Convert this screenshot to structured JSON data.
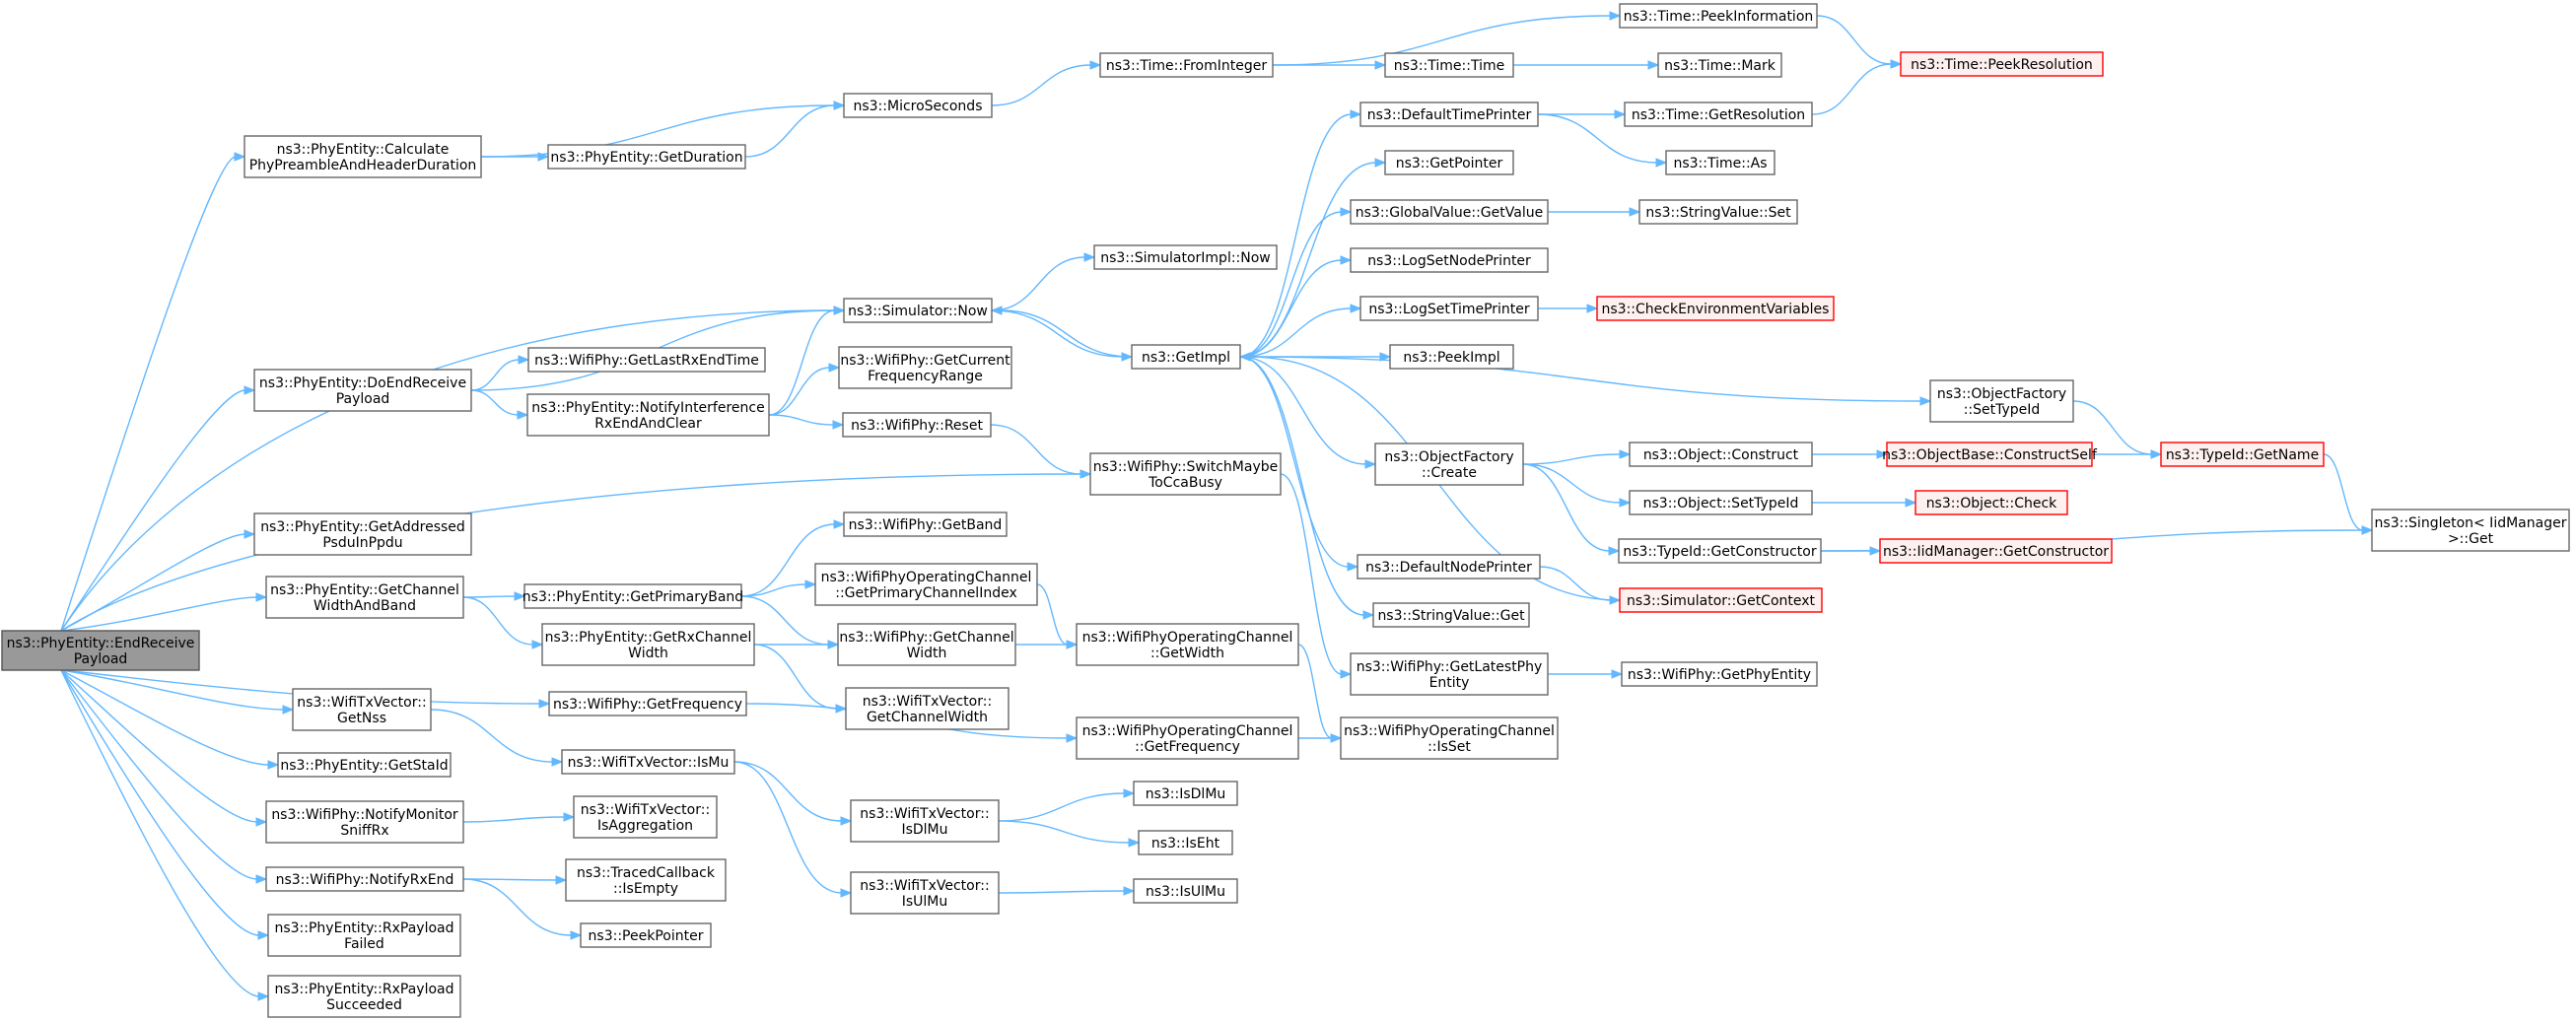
{
  "graph": {
    "nodes": [
      {
        "id": "root",
        "lines": [
          "ns3::PhyEntity::EndReceive",
          "Payload"
        ],
        "style": "root"
      },
      {
        "id": "calcPre",
        "lines": [
          "ns3::PhyEntity::Calculate",
          "PhyPreambleAndHeaderDuration"
        ]
      },
      {
        "id": "getDuration",
        "lines": [
          "ns3::PhyEntity::GetDuration"
        ]
      },
      {
        "id": "microSeconds",
        "lines": [
          "ns3::MicroSeconds"
        ]
      },
      {
        "id": "fromInteger",
        "lines": [
          "ns3::Time::FromInteger"
        ]
      },
      {
        "id": "peekInfo",
        "lines": [
          "ns3::Time::PeekInformation"
        ]
      },
      {
        "id": "peekRes",
        "lines": [
          "ns3::Time::PeekResolution"
        ],
        "style": "red"
      },
      {
        "id": "timeTime",
        "lines": [
          "ns3::Time::Time"
        ]
      },
      {
        "id": "timeMark",
        "lines": [
          "ns3::Time::Mark"
        ]
      },
      {
        "id": "defTimePrinter",
        "lines": [
          "ns3::DefaultTimePrinter"
        ]
      },
      {
        "id": "getResolution",
        "lines": [
          "ns3::Time::GetResolution"
        ]
      },
      {
        "id": "timeAs",
        "lines": [
          "ns3::Time::As"
        ]
      },
      {
        "id": "getPointer",
        "lines": [
          "ns3::GetPointer"
        ]
      },
      {
        "id": "gvGetValue",
        "lines": [
          "ns3::GlobalValue::GetValue"
        ]
      },
      {
        "id": "svSet",
        "lines": [
          "ns3::StringValue::Set"
        ]
      },
      {
        "id": "logNode",
        "lines": [
          "ns3::LogSetNodePrinter"
        ]
      },
      {
        "id": "logTime",
        "lines": [
          "ns3::LogSetTimePrinter"
        ]
      },
      {
        "id": "checkEnv",
        "lines": [
          "ns3::CheckEnvironmentVariables"
        ],
        "style": "red"
      },
      {
        "id": "peekImpl",
        "lines": [
          "ns3::PeekImpl"
        ]
      },
      {
        "id": "simImplNow",
        "lines": [
          "ns3::SimulatorImpl::Now"
        ]
      },
      {
        "id": "simNow",
        "lines": [
          "ns3::Simulator::Now"
        ]
      },
      {
        "id": "getImpl",
        "lines": [
          "ns3::GetImpl"
        ]
      },
      {
        "id": "doEndRx",
        "lines": [
          "ns3::PhyEntity::DoEndReceive",
          "Payload"
        ]
      },
      {
        "id": "getLastRx",
        "lines": [
          "ns3::WifiPhy::GetLastRxEndTime"
        ]
      },
      {
        "id": "notifyInterf",
        "lines": [
          "ns3::PhyEntity::NotifyInterference",
          "RxEndAndClear"
        ]
      },
      {
        "id": "getCurFreq",
        "lines": [
          "ns3::WifiPhy::GetCurrent",
          "FrequencyRange"
        ]
      },
      {
        "id": "wifiReset",
        "lines": [
          "ns3::WifiPhy::Reset"
        ]
      },
      {
        "id": "switchCca",
        "lines": [
          "ns3::WifiPhy::SwitchMaybe",
          "ToCcaBusy"
        ]
      },
      {
        "id": "ofSetTypeId",
        "lines": [
          "ns3::ObjectFactory",
          "::SetTypeId"
        ]
      },
      {
        "id": "typeIdGetName",
        "lines": [
          "ns3::TypeId::GetName"
        ],
        "style": "red"
      },
      {
        "id": "singletonGet",
        "lines": [
          "ns3::Singleton< IidManager",
          ">::Get"
        ]
      },
      {
        "id": "ofCreate",
        "lines": [
          "ns3::ObjectFactory",
          "::Create"
        ]
      },
      {
        "id": "objConstruct",
        "lines": [
          "ns3::Object::Construct"
        ]
      },
      {
        "id": "constructSelf",
        "lines": [
          "ns3::ObjectBase::ConstructSelf"
        ],
        "style": "red"
      },
      {
        "id": "objSetTypeId",
        "lines": [
          "ns3::Object::SetTypeId"
        ]
      },
      {
        "id": "objCheck",
        "lines": [
          "ns3::Object::Check"
        ],
        "style": "red"
      },
      {
        "id": "tidGetCtor",
        "lines": [
          "ns3::TypeId::GetConstructor"
        ]
      },
      {
        "id": "iidGetCtor",
        "lines": [
          "ns3::IidManager::GetConstructor"
        ],
        "style": "red"
      },
      {
        "id": "defNodePrinter",
        "lines": [
          "ns3::DefaultNodePrinter"
        ]
      },
      {
        "id": "simGetContext",
        "lines": [
          "ns3::Simulator::GetContext"
        ],
        "style": "red"
      },
      {
        "id": "svGet",
        "lines": [
          "ns3::StringValue::Get"
        ]
      },
      {
        "id": "getLatestPhy",
        "lines": [
          "ns3::WifiPhy::GetLatestPhy",
          "Entity"
        ]
      },
      {
        "id": "getPhyEntity",
        "lines": [
          "ns3::WifiPhy::GetPhyEntity"
        ]
      },
      {
        "id": "getAddressed",
        "lines": [
          "ns3::PhyEntity::GetAddressed",
          "PsduInPpdu"
        ]
      },
      {
        "id": "getChWidthBand",
        "lines": [
          "ns3::PhyEntity::GetChannel",
          "WidthAndBand"
        ]
      },
      {
        "id": "getPrimaryBand",
        "lines": [
          "ns3::PhyEntity::GetPrimaryBand"
        ]
      },
      {
        "id": "getBand",
        "lines": [
          "ns3::WifiPhy::GetBand"
        ]
      },
      {
        "id": "getPrimaryChIdx",
        "lines": [
          "ns3::WifiPhyOperatingChannel",
          "::GetPrimaryChannelIndex"
        ]
      },
      {
        "id": "getRxChWidth",
        "lines": [
          "ns3::PhyEntity::GetRxChannel",
          "Width"
        ]
      },
      {
        "id": "wpGetChWidth",
        "lines": [
          "ns3::WifiPhy::GetChannel",
          "Width"
        ]
      },
      {
        "id": "opGetWidth",
        "lines": [
          "ns3::WifiPhyOperatingChannel",
          "::GetWidth"
        ]
      },
      {
        "id": "txvGetChWidth",
        "lines": [
          "ns3::WifiTxVector::",
          "GetChannelWidth"
        ]
      },
      {
        "id": "getNss",
        "lines": [
          "ns3::WifiTxVector::",
          "GetNss"
        ]
      },
      {
        "id": "getFrequency",
        "lines": [
          "ns3::WifiPhy::GetFrequency"
        ]
      },
      {
        "id": "opGetFreq",
        "lines": [
          "ns3::WifiPhyOperatingChannel",
          "::GetFrequency"
        ]
      },
      {
        "id": "opIsSet",
        "lines": [
          "ns3::WifiPhyOperatingChannel",
          "::IsSet"
        ]
      },
      {
        "id": "getStaId",
        "lines": [
          "ns3::PhyEntity::GetStaId"
        ]
      },
      {
        "id": "isMu",
        "lines": [
          "ns3::WifiTxVector::IsMu"
        ]
      },
      {
        "id": "txvIsDlMu",
        "lines": [
          "ns3::WifiTxVector::",
          "IsDlMu"
        ]
      },
      {
        "id": "isDlMu",
        "lines": [
          "ns3::IsDlMu"
        ]
      },
      {
        "id": "isEht",
        "lines": [
          "ns3::IsEht"
        ]
      },
      {
        "id": "txvIsUlMu",
        "lines": [
          "ns3::WifiTxVector::",
          "IsUlMu"
        ]
      },
      {
        "id": "isUlMu",
        "lines": [
          "ns3::IsUlMu"
        ]
      },
      {
        "id": "notifyMonitor",
        "lines": [
          "ns3::WifiPhy::NotifyMonitor",
          "SniffRx"
        ]
      },
      {
        "id": "isAggregation",
        "lines": [
          "ns3::WifiTxVector::",
          "IsAggregation"
        ]
      },
      {
        "id": "notifyRxEnd",
        "lines": [
          "ns3::WifiPhy::NotifyRxEnd"
        ]
      },
      {
        "id": "tcIsEmpty",
        "lines": [
          "ns3::TracedCallback",
          "::IsEmpty"
        ]
      },
      {
        "id": "peekPointer",
        "lines": [
          "ns3::PeekPointer"
        ]
      },
      {
        "id": "rxFailed",
        "lines": [
          "ns3::PhyEntity::RxPayload",
          "Failed"
        ]
      },
      {
        "id": "rxSucceeded",
        "lines": [
          "ns3::PhyEntity::RxPayload",
          "Succeeded"
        ]
      }
    ]
  }
}
